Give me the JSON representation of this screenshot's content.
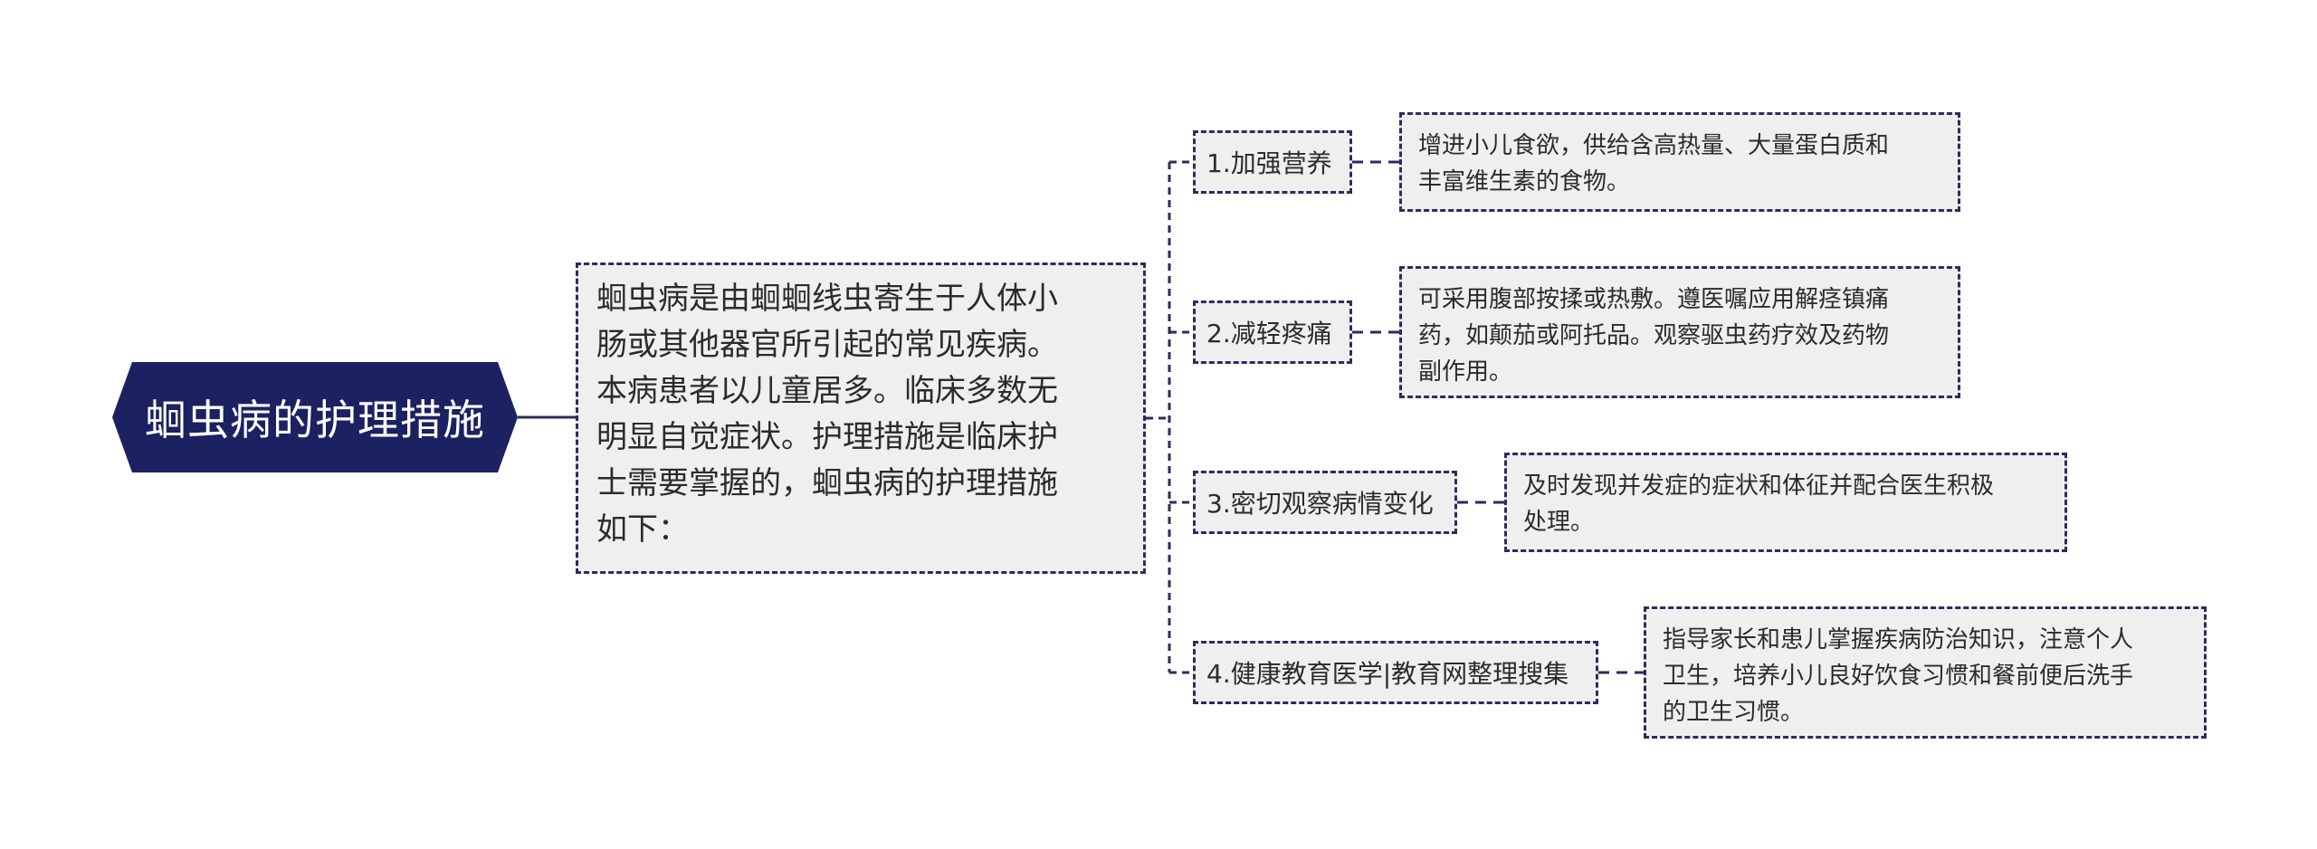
{
  "mindmap": {
    "root": {
      "label": "蛔虫病的护理措施"
    },
    "intro": {
      "lines": [
        "蛔虫病是由蛔蛔线虫寄生于人体小",
        "肠或其他器官所引起的常见疾病。",
        "本病患者以儿童居多。临床多数无",
        "明显自觉症状。护理措施是临床护",
        "士需要掌握的，蛔虫病的护理措施",
        "如下："
      ]
    },
    "branches": [
      {
        "label": "1.加强营养",
        "detail_lines": [
          "增进小儿食欲，供给含高热量、大量蛋白质和",
          "丰富维生素的食物。"
        ]
      },
      {
        "label": "2.减轻疼痛",
        "detail_lines": [
          "可采用腹部按揉或热敷。遵医嘱应用解痉镇痛",
          "药，如颠茄或阿托品。观察驱虫药疗效及药物",
          "副作用。"
        ]
      },
      {
        "label": "3.密切观察病情变化",
        "detail_lines": [
          "及时发现并发症的症状和体征并配合医生积极",
          "处理。"
        ]
      },
      {
        "label": "4.健康教育医学|教育网整理搜集",
        "detail_lines": [
          "指导家长和患儿掌握疾病防治知识，注意个人",
          "卫生，培养小儿良好饮食习惯和餐前便后洗手",
          "的卫生习惯。"
        ]
      }
    ]
  },
  "colors": {
    "root_fill": "#1c2161",
    "node_fill": "#efefef",
    "node_border": "#2a2d5c",
    "connector": "#2a2d5c",
    "text": "#2b2b2b",
    "root_text": "#ffffff"
  }
}
